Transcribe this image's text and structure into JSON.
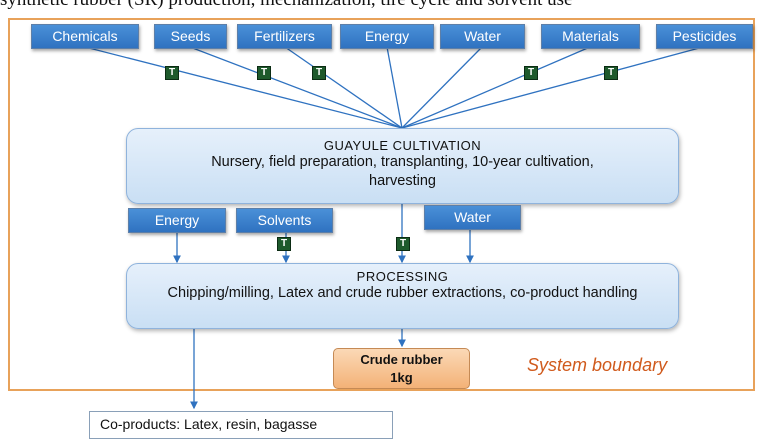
{
  "header_text": "synthetic rubber (SR) production, mechanization, tire cycle and solvent use",
  "inputs": [
    "Chemicals",
    "Seeds",
    "Fertilizers",
    "Energy",
    "Water",
    "Materials",
    "Pesticides"
  ],
  "cultivation": {
    "title": "GUAYULE CULTIVATION",
    "description": "Nursery, field preparation, transplanting, 10-year cultivation, harvesting"
  },
  "processing_inputs": [
    "Energy",
    "Solvents",
    "Water"
  ],
  "processing": {
    "title": "PROCESSING",
    "description": "Chipping/milling, Latex and crude rubber extractions, co-product handling"
  },
  "transport_label": "T",
  "output": {
    "line1": "Crude rubber",
    "line2": "1kg"
  },
  "boundary_label": "System boundary",
  "coproducts_label": "Co-products: Latex, resin, bagasse",
  "colors": {
    "input_box": "#3b82cc",
    "stage_box": "#d6e6f7",
    "boundary": "#e8a25a",
    "transport": "#1e5a2c",
    "output": "#f6c08c",
    "boundary_text": "#d05a1c"
  }
}
